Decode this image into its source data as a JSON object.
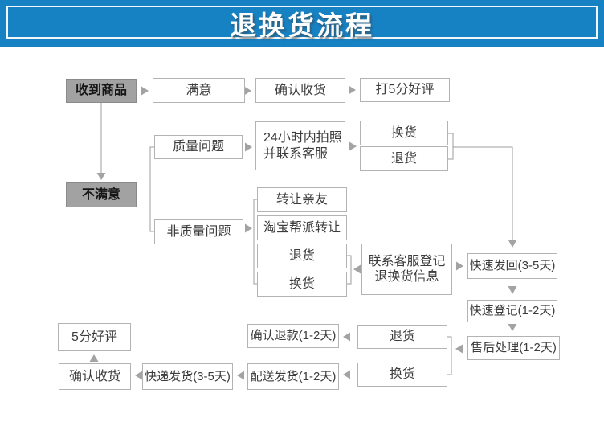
{
  "header": {
    "title": "退换货流程"
  },
  "colors": {
    "banner_blue": "#1681c3",
    "banner_frame": "#f4f7f9",
    "gray_node_fill": "#a2a2a2",
    "node_border": "#b3b3b3",
    "connector_gray": "#9e9e9e"
  },
  "nodes": {
    "received": {
      "label": "收到商品"
    },
    "satisfied": {
      "label": "满意"
    },
    "confirm_receipt_top": {
      "label": "确认收货"
    },
    "five_star_top": {
      "label": "打5分好评"
    },
    "unsatisfied": {
      "label": "不满意"
    },
    "quality_issue": {
      "label": "质量问题"
    },
    "photo_24h": {
      "line1": "24小时内拍照",
      "line2": "并联系客服"
    },
    "exchange_quality": {
      "label": "换货"
    },
    "return_quality": {
      "label": "退货"
    },
    "non_quality_issue": {
      "label": "非质量问题"
    },
    "transfer_friends": {
      "label": "转让亲友"
    },
    "taobao_transfer": {
      "label": "淘宝帮派转让"
    },
    "return_nonquality": {
      "label": "退货"
    },
    "exchange_nonquality": {
      "label": "换货"
    },
    "contact_service": {
      "line1": "联系客服登记",
      "line2": "退换货信息"
    },
    "fast_send_back": {
      "label": "快速发回(3-5天)"
    },
    "fast_register": {
      "label": "快速登记(1-2天)"
    },
    "aftersale": {
      "label": "售后处理(1-2天)"
    },
    "return_bottom": {
      "label": "退货"
    },
    "exchange_bottom": {
      "label": "换货"
    },
    "confirm_refund": {
      "label": "确认退款(1-2天)"
    },
    "dispatch_delivery": {
      "label": "配送发货(1-2天)"
    },
    "express_delivery": {
      "label": "快递发货(3-5天)"
    },
    "confirm_receipt_bottom": {
      "label": "确认收货"
    },
    "five_star_bottom": {
      "label": "5分好评"
    }
  },
  "edges": [
    "收到商品→满意",
    "满意→确认收货",
    "确认收货→打5分好评",
    "收到商品→不满意",
    "不满意组{质量问题,非质量问题}",
    "质量问题→24小时内拍照并联系客服",
    "24小时内拍照并联系客服→{换货,退货}",
    "{换货,退货}→快速发回(3-5天)",
    "非质量问题→{转让亲友,淘宝帮派转让,退货,换货}",
    "联系客服登记退换货信息→{退货,换货}",
    "联系客服登记退换货信息→快速发回(3-5天)",
    "快速发回(3-5天)→快速登记(1-2天)",
    "快速登记(1-2天)→售后处理(1-2天)",
    "售后处理(1-2天)→{退货,换货}",
    "退货→确认退款(1-2天)",
    "换货→配送发货(1-2天)",
    "配送发货(1-2天)→快递发货(3-5天)",
    "快递发货(3-5天)→确认收货",
    "确认收货→5分好评"
  ]
}
